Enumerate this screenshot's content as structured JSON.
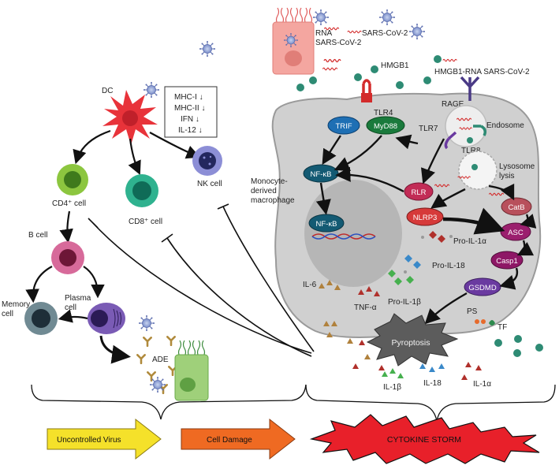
{
  "virus": {
    "rna_label": "RNA\nSARS-CoV-2",
    "sars_label": "SARS-CoV-2",
    "hmgb1": "HMGB1",
    "hmgb1_rna": "HMGB1-RNA SARS-CoV-2"
  },
  "immune": {
    "dc": "DC",
    "dc_box": [
      "MHC-I ↓",
      "MHC-II ↓",
      "IFN ↓",
      "IL-12 ↓"
    ],
    "cd4": "CD4⁺ cell",
    "cd8": "CD8⁺ cell",
    "nk": "NK cell",
    "b_cell": "B cell",
    "plasma": "Plasma\ncell",
    "memory": "Memory\ncell",
    "ade": "ADE"
  },
  "macrophage": {
    "label": "Monocyte-\nderived\nmacrophage",
    "tlr4": "TLR4",
    "rage": "RAGE",
    "trif": "TRIF",
    "myd88": "MyD88",
    "tlr7": "TLR7",
    "tlr8": "TLR8",
    "endosome": "Endosome",
    "lysosome": "Lysosome\nlysis",
    "nfkb": "NF-κB",
    "rlr": "RLR",
    "catb": "CatB",
    "nlrp3": "NLRP3",
    "asc": "ASC",
    "casp1": "Casp1",
    "gsdmd": "GSDMD",
    "pro_il1a": "Pro-IL-1α",
    "pro_il18": "Pro-IL-18",
    "pro_il1b": "Pro-IL-1β",
    "il6": "IL-6",
    "tnfa": "TNF-α",
    "ps": "PS",
    "tf": "TF"
  },
  "pyroptosis": {
    "label": "Pyroptosis",
    "il1b": "IL-1β",
    "il18": "IL-18",
    "il1a": "IL-1α"
  },
  "bottom": {
    "step1": "Uncontrolled Virus",
    "step2": "Cell Damage",
    "step3": "CYTOKINE STORM"
  },
  "colors": {
    "trif": "#1e6fb4",
    "myd88": "#1a7a3c",
    "nfkb": "#135a73",
    "rlr": "#c22c56",
    "catb": "#b8505c",
    "nlrp3": "#d63a3a",
    "asc": "#9b1f6e",
    "casp1": "#8e1766",
    "gsdmd": "#6a3aa0",
    "hmgb1": "#2e8b74",
    "cytokine_red": "#b0302b",
    "cytokine_green": "#46b04e",
    "cytokine_blue": "#3a89c9"
  }
}
